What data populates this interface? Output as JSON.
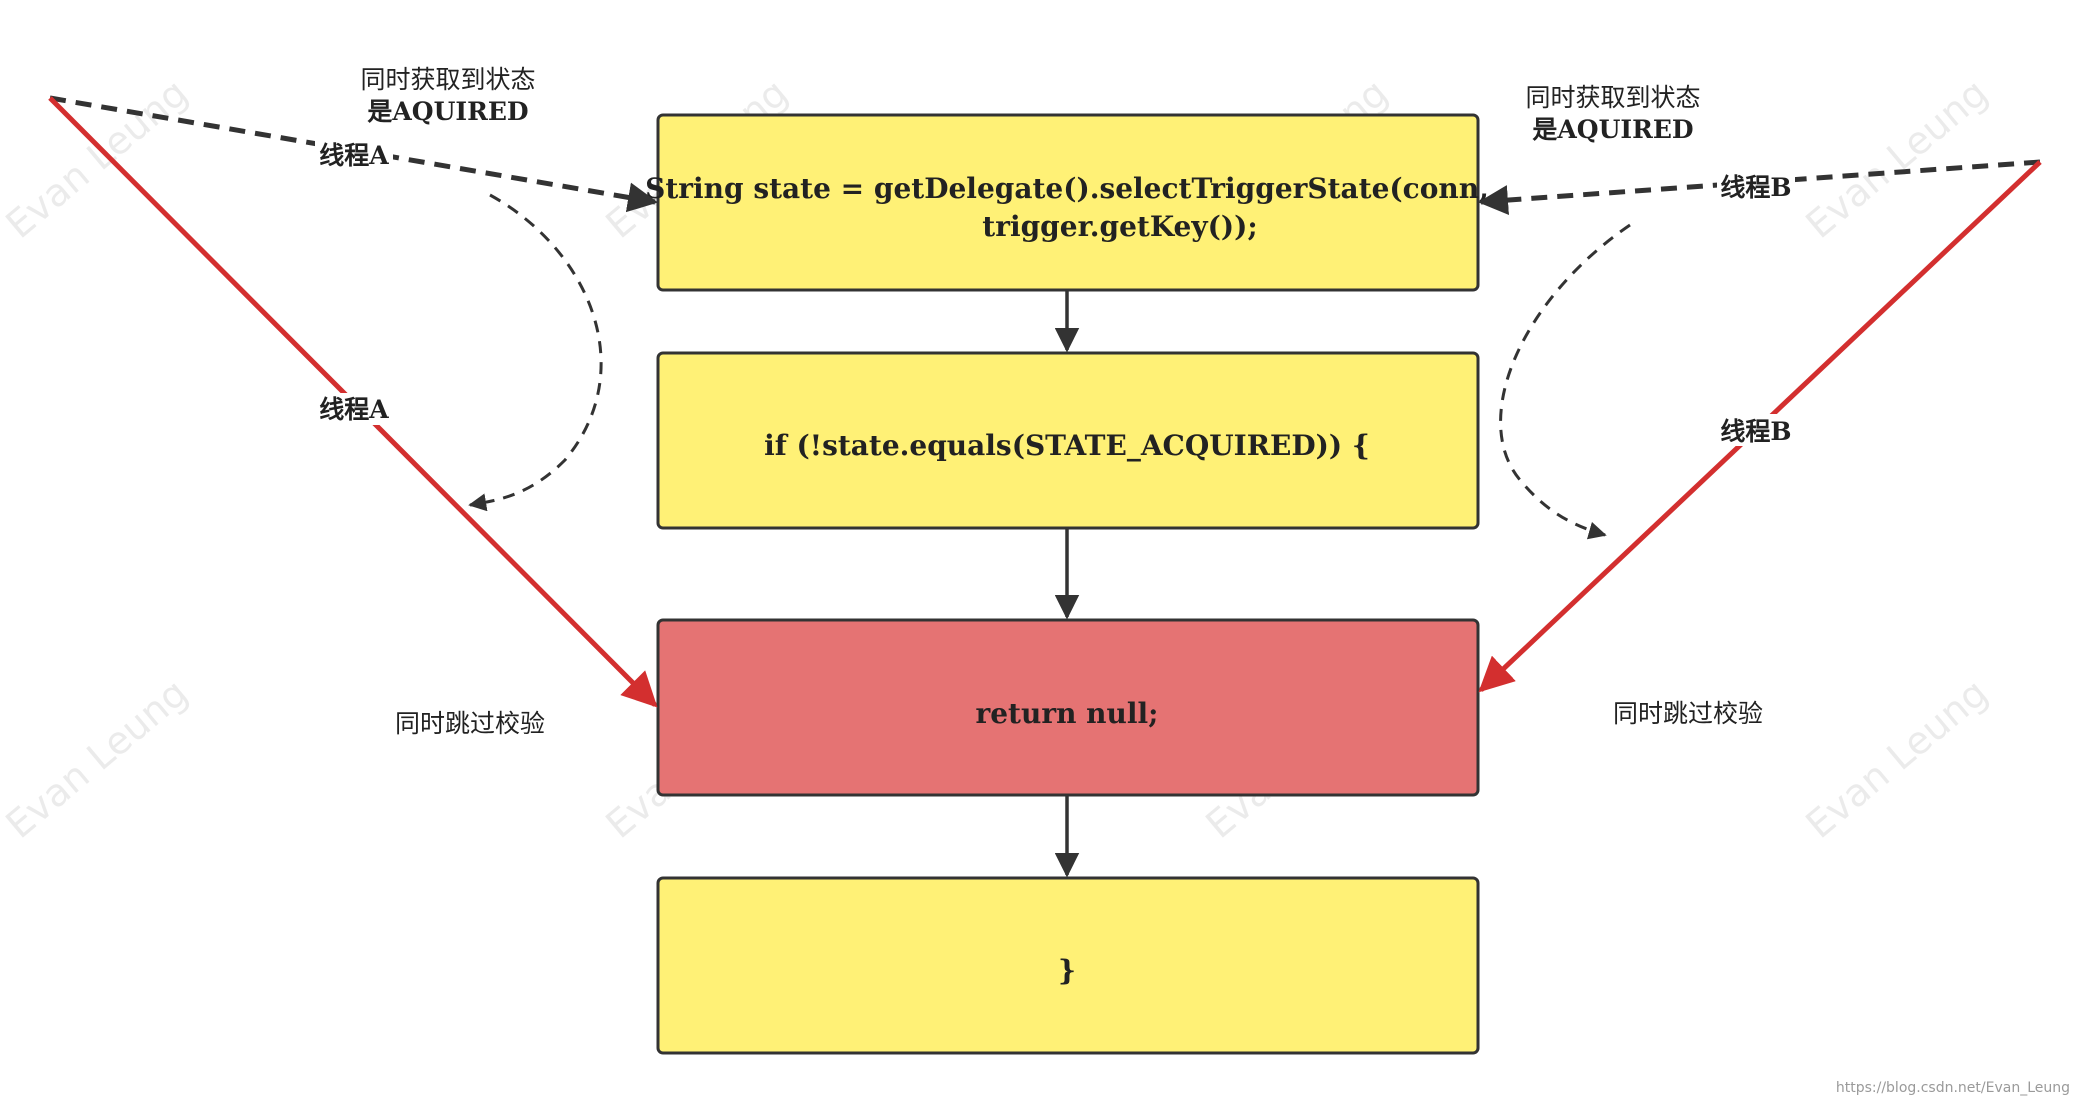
{
  "boxes": {
    "select_state": {
      "line1": "String state = getDelegate().selectTriggerState(conn,",
      "line2": "trigger.getKey());",
      "fill": "#fff176"
    },
    "if_check": {
      "text": "if (!state.equals(STATE_ACQUIRED)) {",
      "fill": "#fff176"
    },
    "return_null": {
      "text": "return null;",
      "fill": "#e57373"
    },
    "close_brace": {
      "text": "}",
      "fill": "#fff176"
    }
  },
  "labels": {
    "left_top_line1": "同时获取到状态",
    "left_top_line2": "是AQUIRED",
    "right_top_line1": "同时获取到状态",
    "right_top_line2": "是AQUIRED",
    "thread_a_dashed": "线程A",
    "thread_a_solid": "线程A",
    "thread_b_dashed": "线程B",
    "thread_b_solid": "线程B",
    "left_skip": "同时跳过校验",
    "right_skip": "同时跳过校验"
  },
  "watermark": {
    "text": "Evan Leung",
    "credit": "https://blog.csdn.net/Evan_Leung"
  },
  "colors": {
    "red_line": "#d32f2f",
    "dashed_line": "#333333",
    "box_border": "#333333",
    "flow_arrow": "#333333"
  }
}
